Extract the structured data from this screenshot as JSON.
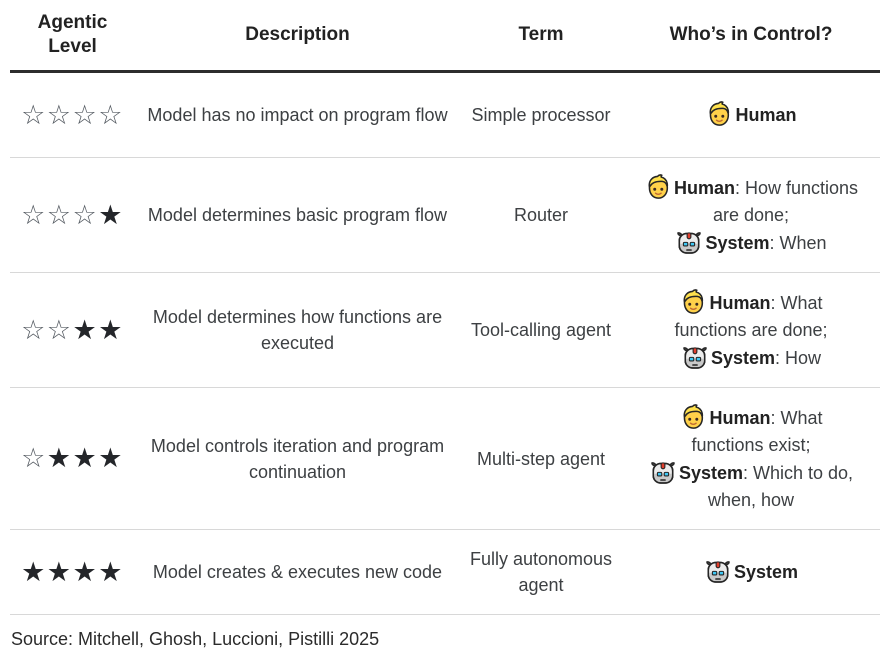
{
  "table": {
    "headers": [
      {
        "label": "Agentic Level"
      },
      {
        "label": "Description"
      },
      {
        "label": "Term"
      },
      {
        "label": "Who’s in Control?"
      }
    ],
    "rows": [
      {
        "level": 0,
        "stars_empty": "☆☆☆☆",
        "stars_filled": "",
        "description": "Model has no impact on program flow",
        "term": "Simple processor",
        "control": [
          {
            "icon": "human-icon",
            "label": "Human",
            "detail": ""
          }
        ]
      },
      {
        "level": 1,
        "stars_empty": "☆☆☆",
        "stars_filled": "★",
        "description": "Model determines basic program flow",
        "term": "Router",
        "control": [
          {
            "icon": "human-icon",
            "label": "Human",
            "detail": ": How functions are done;"
          },
          {
            "icon": "robot-icon",
            "label": "System",
            "detail": ": When"
          }
        ]
      },
      {
        "level": 2,
        "stars_empty": "☆☆",
        "stars_filled": "★★",
        "description": "Model determines how functions are executed",
        "term": "Tool-calling agent",
        "control": [
          {
            "icon": "human-icon",
            "label": "Human",
            "detail": ": What functions are done;"
          },
          {
            "icon": "robot-icon",
            "label": "System",
            "detail": ": How"
          }
        ]
      },
      {
        "level": 3,
        "stars_empty": "☆",
        "stars_filled": "★★★",
        "description": "Model controls iteration and program continuation",
        "term": "Multi-step agent",
        "control": [
          {
            "icon": "human-icon",
            "label": "Human",
            "detail": ": What functions exist;"
          },
          {
            "icon": "robot-icon",
            "label": "System",
            "detail": ": Which to do, when, how"
          }
        ]
      },
      {
        "level": 4,
        "stars_empty": "",
        "stars_filled": "★★★★",
        "description": "Model creates & executes new code",
        "term": "Fully autonomous agent",
        "control": [
          {
            "icon": "robot-icon",
            "label": "System",
            "detail": ""
          }
        ]
      }
    ],
    "source": "Source: Mitchell, Ghosh, Luccioni, Pistilli 2025"
  },
  "colors": {
    "body_text": "#3d4043",
    "header_text": "#222222",
    "header_rule": "#2d2d2d",
    "row_rule": "#d8d8d8",
    "star_filled": "#24262a",
    "star_empty": "#565c63",
    "human_face": "#FFD14A",
    "human_hair": "#FFE14D",
    "robot_head": "#ececec",
    "robot_accent_red": "#E03E2D",
    "robot_eye_cyan": "#3FC8F5"
  }
}
